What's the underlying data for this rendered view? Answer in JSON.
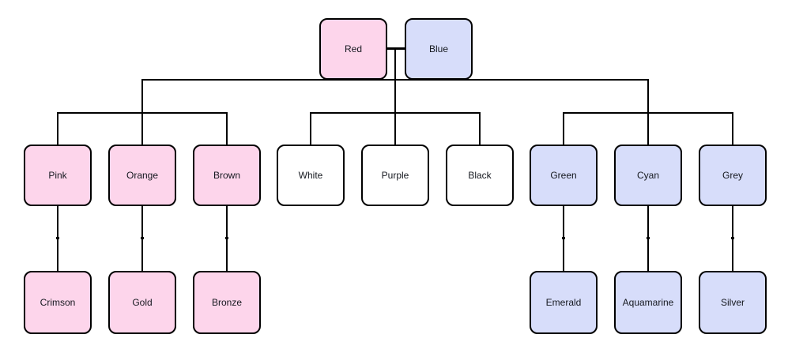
{
  "diagram": {
    "type": "family-tree",
    "colors": {
      "pink_fill": "#FDD5EB",
      "blue_fill": "#D7DDFA",
      "white_fill": "#FFFFFF",
      "line": "#000000",
      "text": "#15181F",
      "background": "#FFFFFF"
    },
    "nodes": {
      "red": {
        "label": "Red",
        "fill": "pink_fill"
      },
      "blue": {
        "label": "Blue",
        "fill": "blue_fill"
      },
      "pink": {
        "label": "Pink",
        "fill": "pink_fill"
      },
      "orange": {
        "label": "Orange",
        "fill": "pink_fill"
      },
      "brown": {
        "label": "Brown",
        "fill": "pink_fill"
      },
      "white": {
        "label": "White",
        "fill": "white_fill"
      },
      "purple": {
        "label": "Purple",
        "fill": "white_fill"
      },
      "black": {
        "label": "Black",
        "fill": "white_fill"
      },
      "green": {
        "label": "Green",
        "fill": "blue_fill"
      },
      "cyan": {
        "label": "Cyan",
        "fill": "blue_fill"
      },
      "grey": {
        "label": "Grey",
        "fill": "blue_fill"
      },
      "crimson": {
        "label": "Crimson",
        "fill": "pink_fill"
      },
      "gold": {
        "label": "Gold",
        "fill": "pink_fill"
      },
      "bronze": {
        "label": "Bronze",
        "fill": "pink_fill"
      },
      "emerald": {
        "label": "Emerald",
        "fill": "blue_fill"
      },
      "aquamarine": {
        "label": "Aquamarine",
        "fill": "blue_fill"
      },
      "silver": {
        "label": "Silver",
        "fill": "blue_fill"
      }
    },
    "edges": [
      {
        "type": "couple",
        "between": [
          "red",
          "blue"
        ]
      },
      {
        "type": "parent-child",
        "from": "red+blue",
        "to": "pink"
      },
      {
        "type": "parent-child",
        "from": "red+blue",
        "to": "orange"
      },
      {
        "type": "parent-child",
        "from": "red+blue",
        "to": "brown"
      },
      {
        "type": "parent-child",
        "from": "red+blue",
        "to": "white"
      },
      {
        "type": "parent-child",
        "from": "red+blue",
        "to": "purple"
      },
      {
        "type": "parent-child",
        "from": "red+blue",
        "to": "black"
      },
      {
        "type": "parent-child",
        "from": "red+blue",
        "to": "green"
      },
      {
        "type": "parent-child",
        "from": "red+blue",
        "to": "cyan"
      },
      {
        "type": "parent-child",
        "from": "red+blue",
        "to": "grey"
      },
      {
        "type": "parent-child",
        "from": "pink",
        "to": "crimson"
      },
      {
        "type": "parent-child",
        "from": "orange",
        "to": "gold"
      },
      {
        "type": "parent-child",
        "from": "brown",
        "to": "bronze"
      },
      {
        "type": "parent-child",
        "from": "green",
        "to": "emerald"
      },
      {
        "type": "parent-child",
        "from": "cyan",
        "to": "aquamarine"
      },
      {
        "type": "parent-child",
        "from": "grey",
        "to": "silver"
      }
    ]
  }
}
